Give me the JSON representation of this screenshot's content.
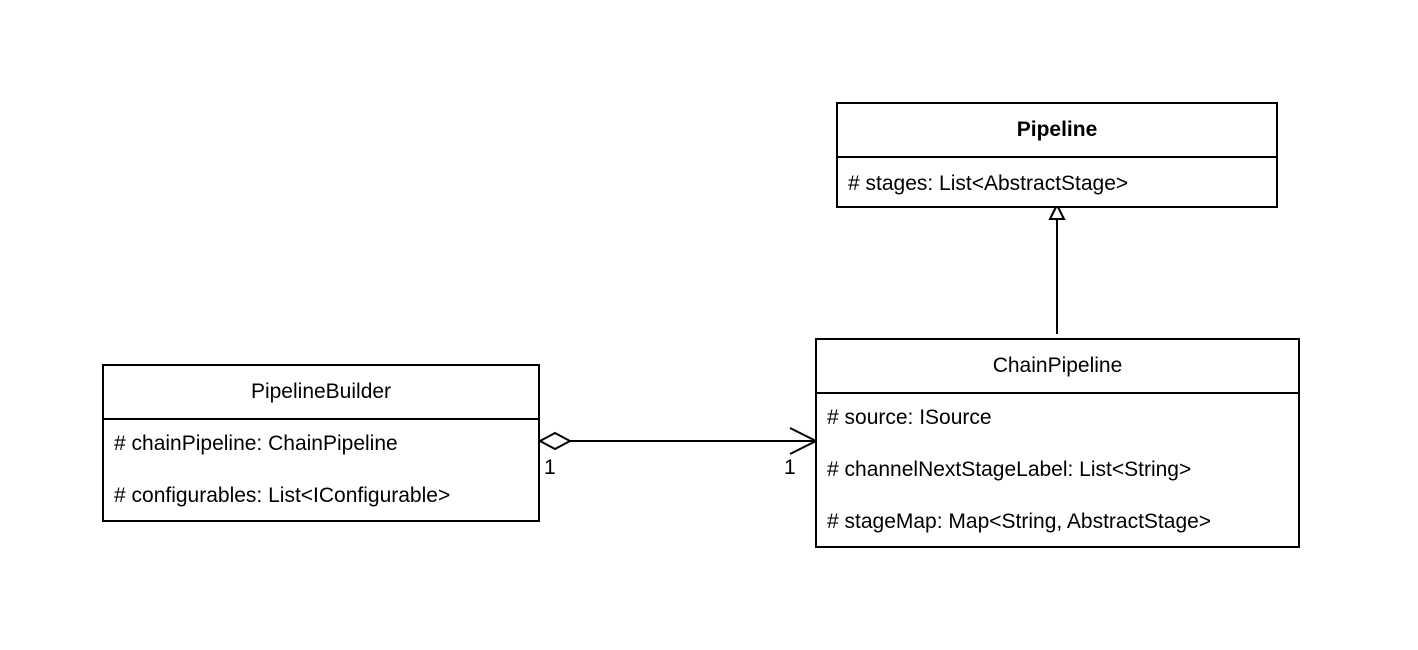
{
  "classes": {
    "pipeline": {
      "name": "Pipeline",
      "attributes": [
        "# stages: List<AbstractStage>"
      ]
    },
    "chain_pipeline": {
      "name": "ChainPipeline",
      "attributes": [
        "# source: ISource",
        "# channelNextStageLabel: List<String>",
        "# stageMap: Map<String, AbstractStage>"
      ]
    },
    "pipeline_builder": {
      "name": "PipelineBuilder",
      "attributes": [
        "# chainPipeline: ChainPipeline",
        "# configurables: List<IConfigurable>"
      ]
    }
  },
  "relations": {
    "aggregation": {
      "source_multiplicity": "1",
      "target_multiplicity": "1"
    }
  }
}
